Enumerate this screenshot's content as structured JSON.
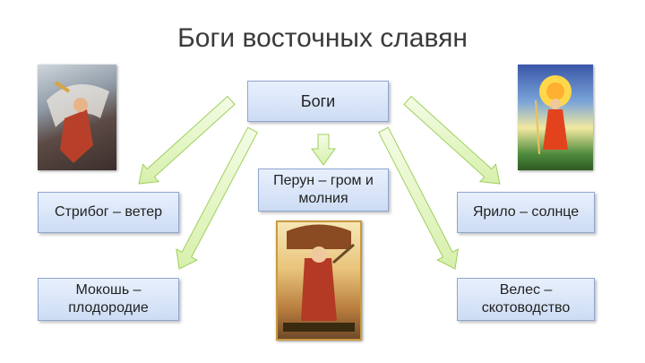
{
  "title": "Боги восточных славян",
  "root": {
    "label": "Боги"
  },
  "gods": [
    {
      "id": "stribog",
      "label": "Стрибог – ветер"
    },
    {
      "id": "perun",
      "label": "Перун – гром и молния"
    },
    {
      "id": "yarilo",
      "label": "Ярило – солнце"
    },
    {
      "id": "mokosh",
      "label": "Мокошь – плодородие"
    },
    {
      "id": "veles",
      "label": "Велес – скотоводство"
    }
  ],
  "images": {
    "stribog": "stribog-illustration",
    "yarilo": "yarilo-illustration",
    "perun": "perun-illustration"
  },
  "colors": {
    "box_fill": "#d9e5f7",
    "box_border": "#8ea6cf",
    "arrow_fill": "#e6f7c8",
    "arrow_stroke": "#9fcf5c"
  }
}
